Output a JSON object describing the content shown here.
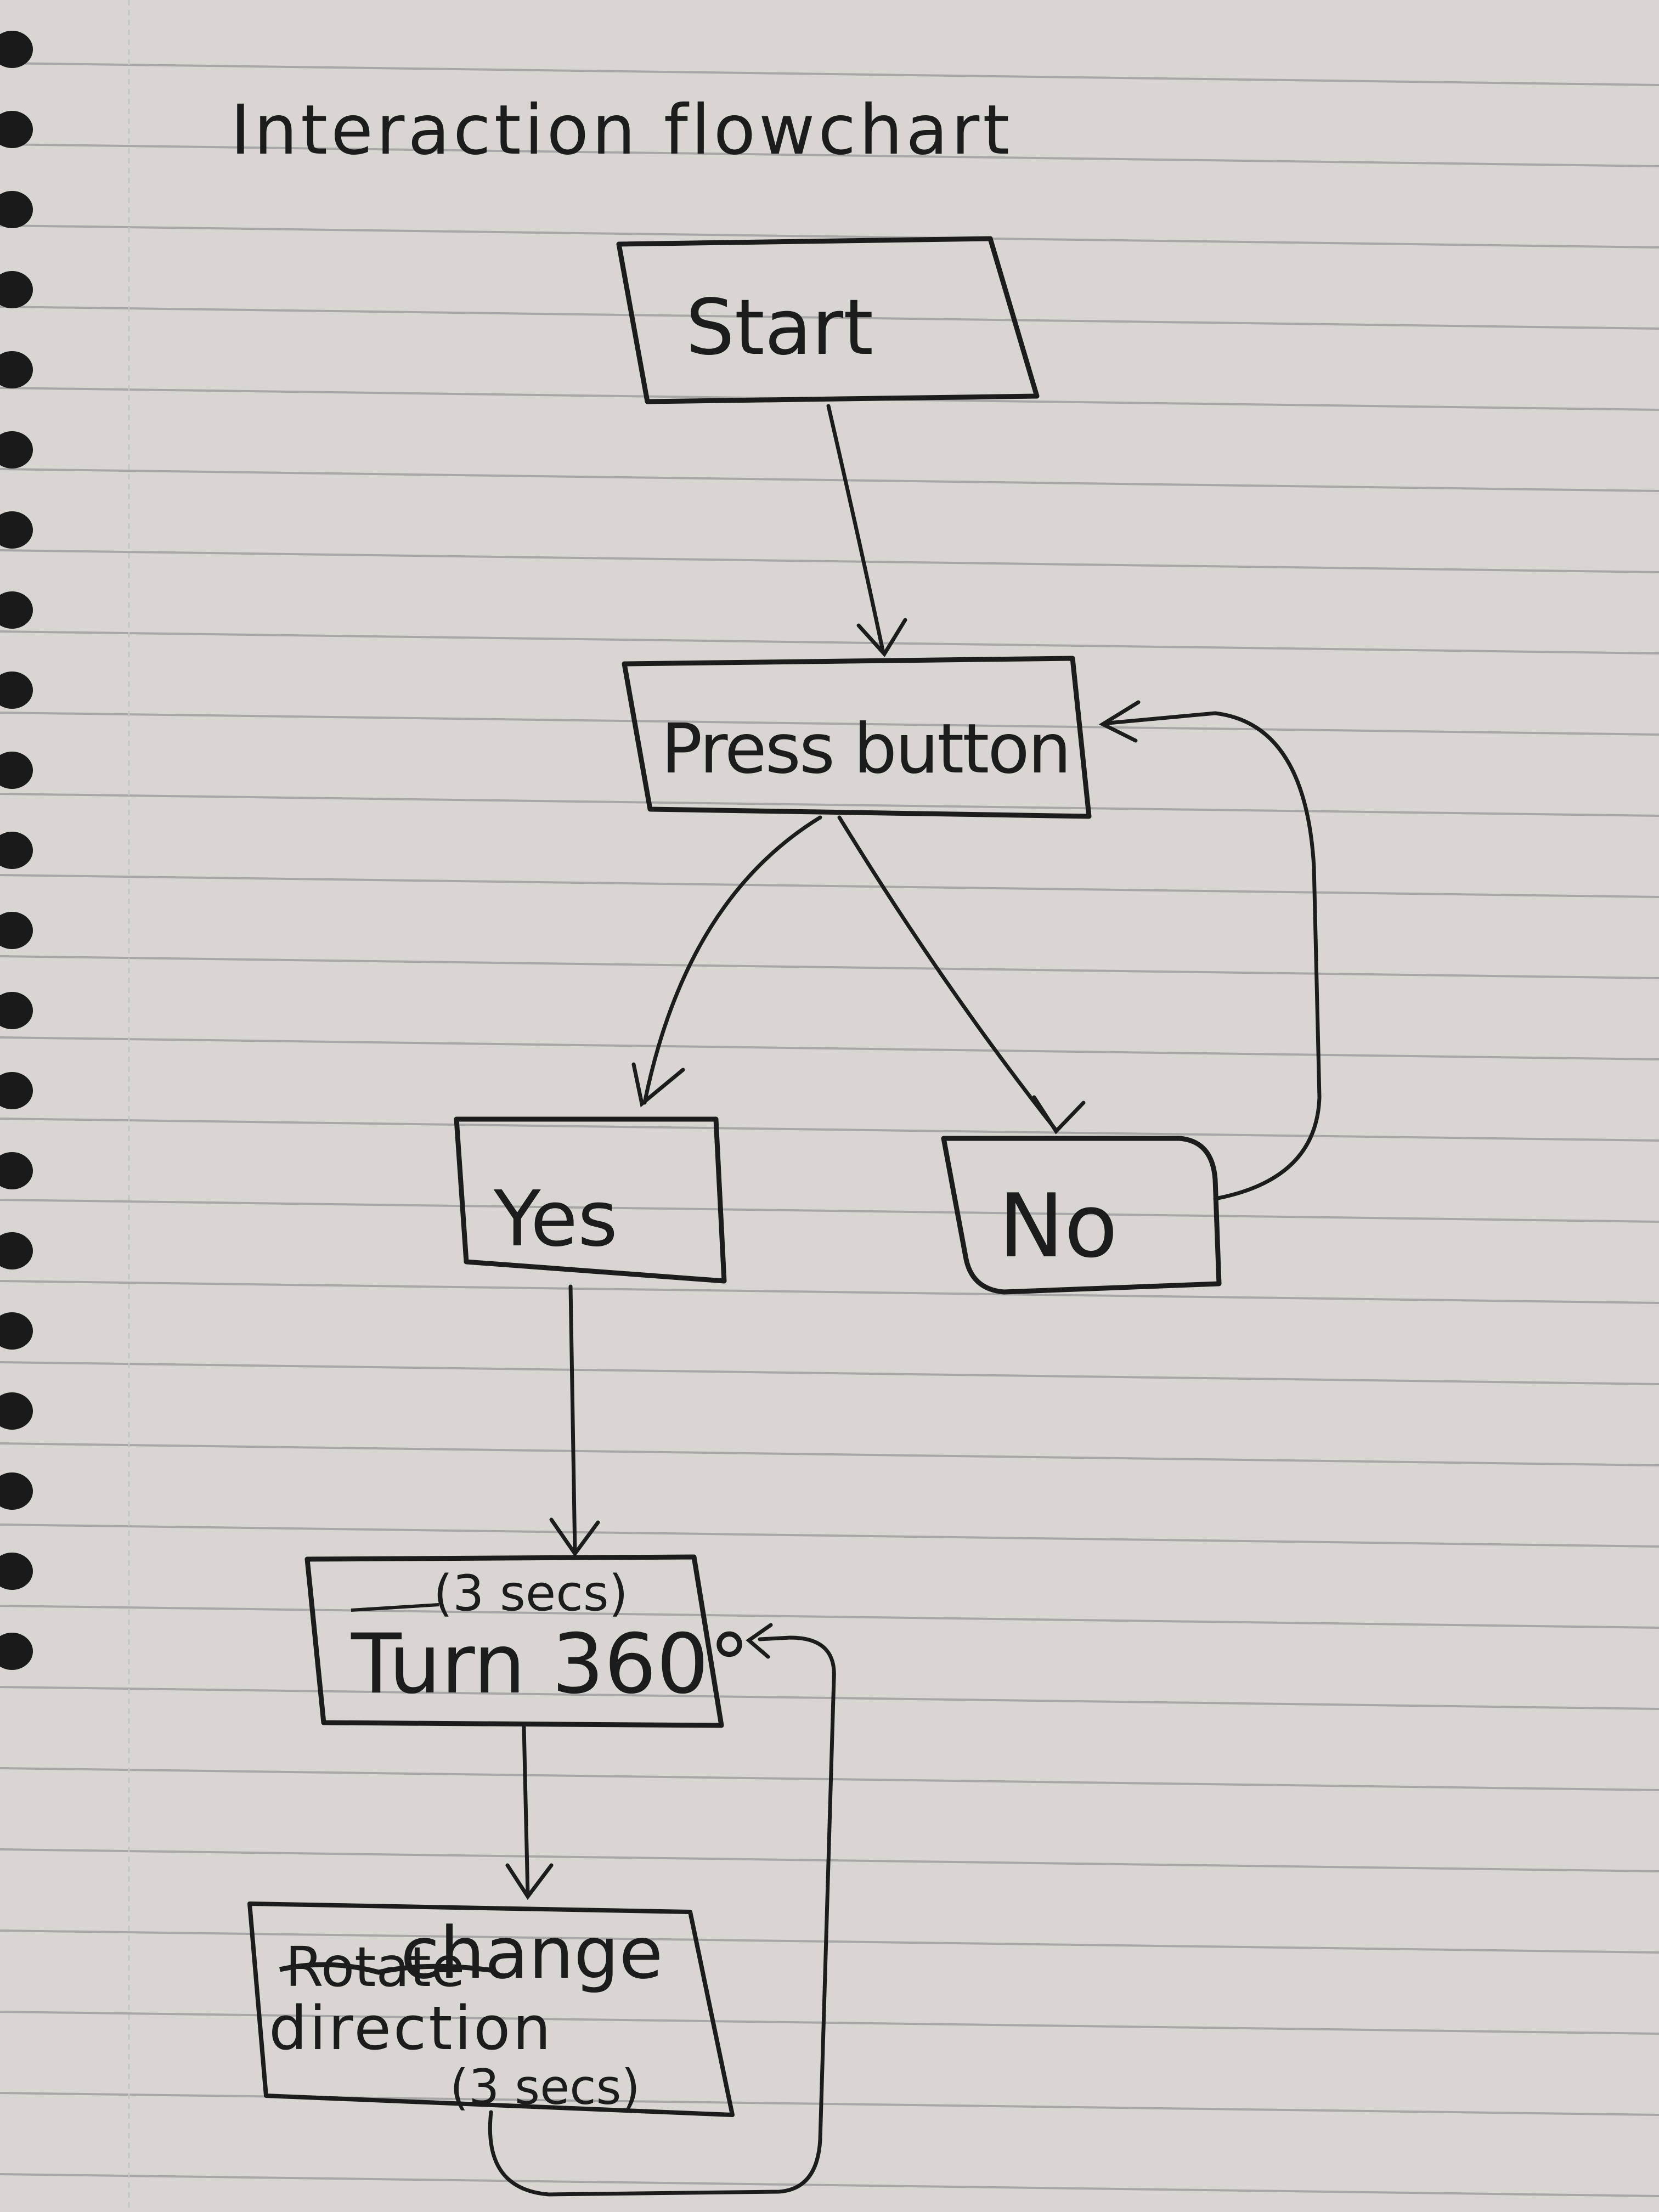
{
  "title": "Interaction flowchart",
  "nodes": {
    "start": "Start",
    "press": "Press button",
    "yes": "Yes",
    "no": "No",
    "turn_note": "(3 secs)",
    "turn": "Turn 360°",
    "change_struck": "Rotate",
    "change_insert": "change",
    "change_line2": "direction",
    "change_note": "(3 secs)"
  },
  "colors": {
    "ink": "#1c1c1c",
    "paper": "#d9d6d1",
    "rule": "#a8a6a6",
    "margin": "#cfcdcc"
  }
}
